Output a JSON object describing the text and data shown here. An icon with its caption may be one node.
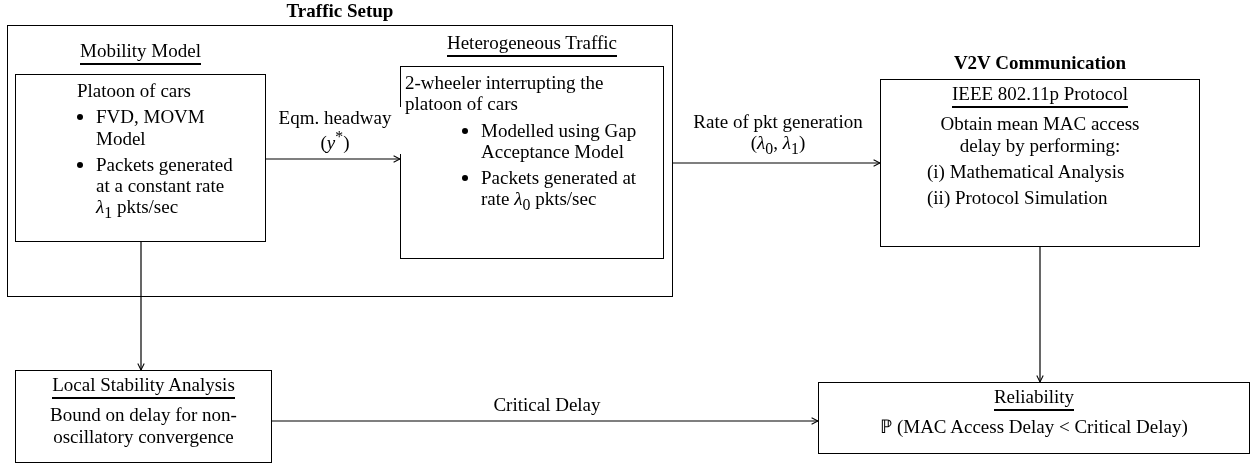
{
  "diagram": {
    "nodes": [
      {
        "text": [
          "Traffic Setup"
        ]
      },
      {
        "text": [
          "Mobility Model",
          "Platoon of cars",
          "FVD, MOVM Model",
          "Packets generated at a constant rate *λ*$_{1}$ pkts/sec"
        ],
        "in": 0
      },
      {
        "text": [
          "Heterogeneous Traffic",
          "2-wheeler interrupting the platoon of cars",
          "Modelled using Gap Acceptance Model",
          "Packets generated at rate *λ*$_{0}$ pkts/sec"
        ],
        "in": 0
      },
      {
        "text": [
          "V2V Communication",
          "IEEE 802.11p Protocol",
          "Obtain mean MAC access delay by performing:",
          "(i) Mathematical Analysis",
          "(ii) Protocol Simulation"
        ]
      },
      {
        "text": [
          "Local Stability Analysis",
          "Bound on delay for non-oscillatory convergence"
        ]
      },
      {
        "text": [
          "Reliability",
          "ℙ (MAC Access Delay < Critical Delay)"
        ]
      }
    ],
    "edges": [
      {
        "from": 1,
        "to": 2,
        "arrow": "to",
        "label": "Eqm. headway (*y*$^{*}$)"
      },
      {
        "from": 0,
        "to": 3,
        "arrow": "to",
        "label": "Rate of pkt generation (*λ*$_{0}$, *λ*$_{1}$)"
      },
      {
        "from": 1,
        "to": 4,
        "arrow": "to"
      },
      {
        "from": 3,
        "to": 5,
        "arrow": "to"
      },
      {
        "from": 4,
        "to": 5,
        "arrow": "to",
        "label": "Critical Delay"
      }
    ]
  }
}
